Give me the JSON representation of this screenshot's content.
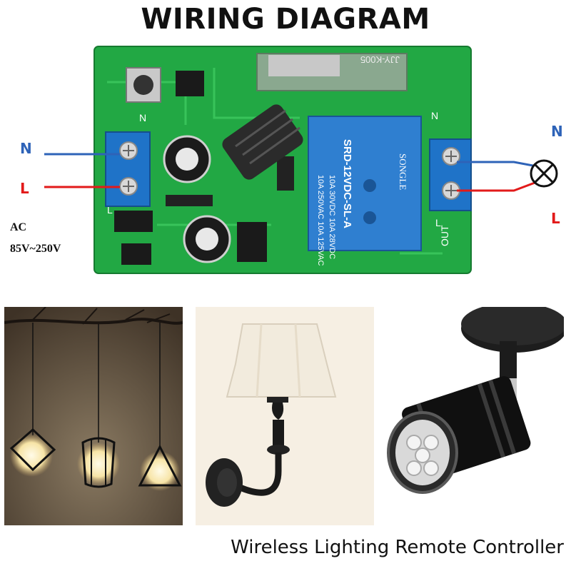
{
  "header": {
    "title": "WIRING DIAGRAM"
  },
  "input_labels": {
    "neutral": "N",
    "live": "L",
    "ac_line1": "AC",
    "ac_line2": "85V~250V"
  },
  "output_labels": {
    "neutral": "N",
    "live": "L"
  },
  "board": {
    "model_text": "JJY-K005",
    "relay_brand": "SONGLE",
    "relay_rating_1": "10A 250VAC 10A 125VAC",
    "relay_rating_2": "10A 30VDC 10A 28VDC",
    "relay_model": "SRD-12VDC-SL-A",
    "silk_n_left": "N",
    "silk_l_left": "L",
    "silk_n_right": "N",
    "silk_l_right": "L",
    "silk_out": "OUT"
  },
  "colors": {
    "board_green": "#22a844",
    "terminal_blue": "#1f73c8",
    "relay_blue": "#2f7fd0",
    "neutral_wire": "#2e63b8",
    "live_wire": "#e21a1a"
  },
  "icons": {
    "lamp": "lamp-symbol-icon"
  },
  "caption": {
    "text": "Wireless Lighting Remote Controller"
  }
}
